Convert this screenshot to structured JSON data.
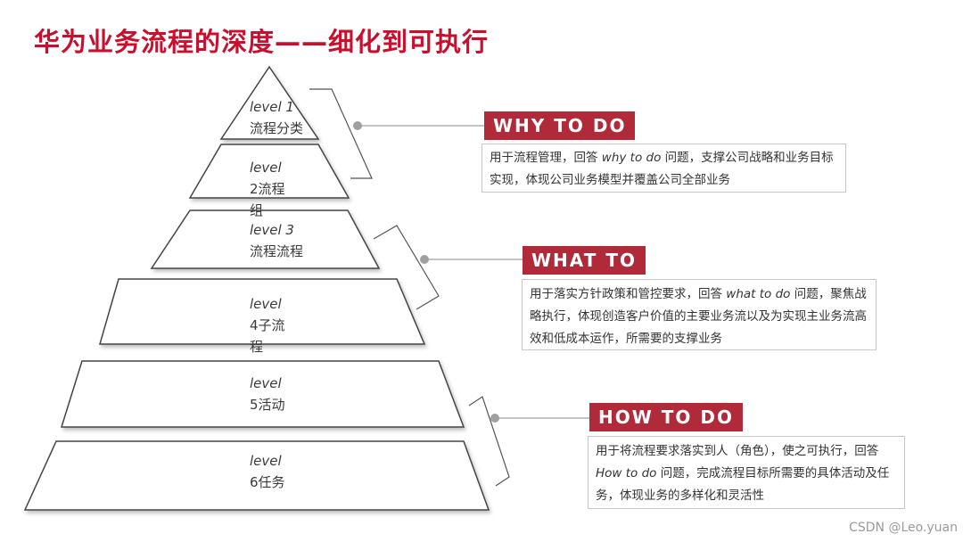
{
  "title": "华为业务流程的深度——细化到可执行",
  "levels": [
    {
      "en": "level 1",
      "zh": "流程分类"
    },
    {
      "en": "level",
      "zh": "2流程组"
    },
    {
      "en": "level 3",
      "zh": "流程流程"
    },
    {
      "en": "level",
      "zh": "4子流程"
    },
    {
      "en": "level",
      "zh": "5活动"
    },
    {
      "en": "level",
      "zh": "6任务"
    }
  ],
  "callouts": [
    {
      "tag": "WHY TO DO",
      "desc_pre": "用于流程管理，回答 ",
      "desc_em": "why to do",
      "desc_post": " 问题，支撑公司战略和业务目标实现，体现公司业务模型并覆盖公司全部业务"
    },
    {
      "tag": "WHAT TO",
      "desc_pre": "用于落实方针政策和管控要求，回答 ",
      "desc_em": "what to do",
      "desc_post": " 问题，聚焦战略执行，体现创造客户价值的主要业务流以及为实现主业务流高效和低成本运作，所需要的支撑业务"
    },
    {
      "tag": "HOW TO DO",
      "desc_pre": "用于将流程要求落实到人（角色），使之可执行，回答 ",
      "desc_em": "How to do",
      "desc_post": " 问题，完成流程目标所需要的具体活动及任务，体现业务的多样化和灵活性"
    }
  ],
  "colors": {
    "accent": "#c8102e",
    "tag_bg": "#b02a3a",
    "line": "#555555",
    "connector": "#a0a0a0"
  },
  "watermark": "CSDN @Leo.yuan"
}
